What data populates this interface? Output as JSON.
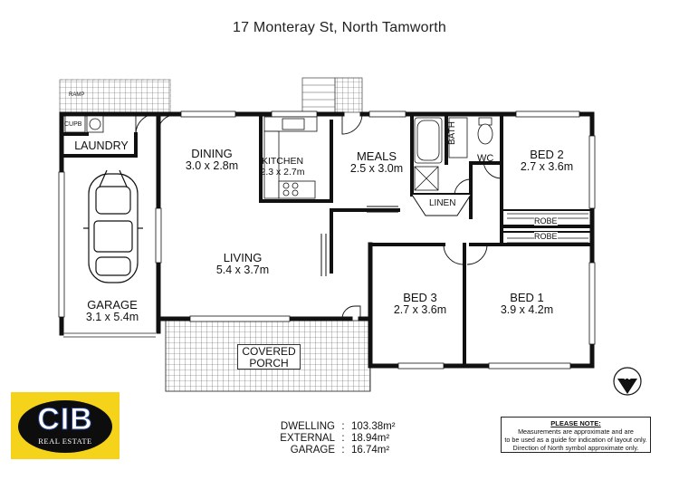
{
  "title": "17 Monteray St, North Tamworth",
  "rooms": {
    "laundry": "LAUNDRY",
    "cupb": "CUPB",
    "ramp": "RAMP",
    "garage_name": "GARAGE",
    "garage_dims": "3.1 x 5.4m",
    "dining_name": "DINING",
    "dining_dims": "3.0 x 2.8m",
    "kitchen_name": "KITCHEN",
    "kitchen_dims": "2.3 x 2.7m",
    "meals_name": "MEALS",
    "meals_dims": "2.5 x 3.0m",
    "bath": "BATH",
    "wc": "WC",
    "linen": "LINEN",
    "bed2_name": "BED 2",
    "bed2_dims": "2.7 x 3.6m",
    "robe_a": "ROBE",
    "robe_b": "ROBE",
    "living_name": "LIVING",
    "living_dims": "5.4 x 3.7m",
    "bed3_name": "BED 3",
    "bed3_dims": "2.7 x 3.6m",
    "bed1_name": "BED 1",
    "bed1_dims": "3.9 x 4.2m",
    "porch_line1": "COVERED",
    "porch_line2": "PORCH"
  },
  "logo": {
    "text": "CIB",
    "subtext": "REAL ESTATE",
    "background": "#f6d31b"
  },
  "areas": [
    {
      "label": "DWELLING",
      "value": "103.38m²"
    },
    {
      "label": "EXTERNAL",
      "value": "18.94m²"
    },
    {
      "label": "GARAGE",
      "value": "16.74m²"
    }
  ],
  "note": {
    "heading": "PLEASE NOTE:",
    "line1": "Measurements are approximate and are",
    "line2": "to be used as a guide for indication of layout only.",
    "line3": "Direction of North symbol approximate only."
  },
  "compass": {
    "letter": "N",
    "icon": "north-arrow-icon"
  }
}
